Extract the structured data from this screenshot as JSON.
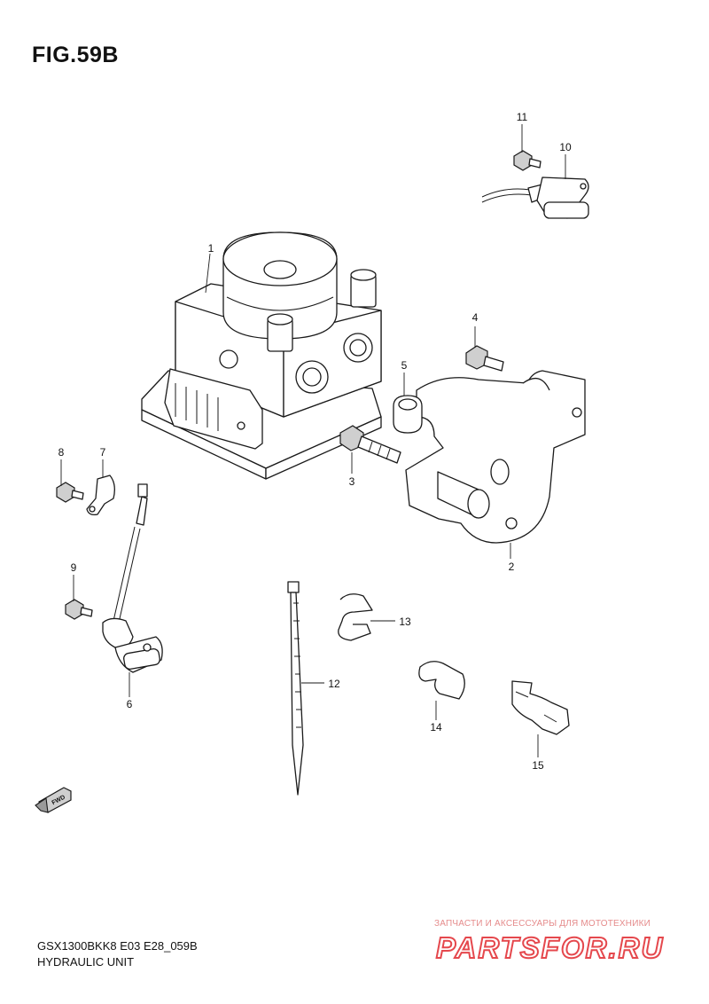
{
  "figure": {
    "title": "FIG.59B",
    "model_code": "GSX1300BKK8 E03 E28_059B",
    "unit_name": "HYDRAULIC UNIT"
  },
  "parts": [
    {
      "no": "1",
      "description": "hydraulic unit"
    },
    {
      "no": "2",
      "description": "bracket"
    },
    {
      "no": "3",
      "description": "bolt"
    },
    {
      "no": "4",
      "description": "bolt"
    },
    {
      "no": "5",
      "description": "cushion"
    },
    {
      "no": "6",
      "description": "front wheel sensor"
    },
    {
      "no": "7",
      "description": "clamp"
    },
    {
      "no": "8",
      "description": "bolt"
    },
    {
      "no": "9",
      "description": "bolt"
    },
    {
      "no": "10",
      "description": "rear wheel sensor"
    },
    {
      "no": "11",
      "description": "bolt"
    },
    {
      "no": "12",
      "description": "cable tie"
    },
    {
      "no": "13",
      "description": "clamp"
    },
    {
      "no": "14",
      "description": "clamp"
    },
    {
      "no": "15",
      "description": "clamp"
    }
  ],
  "fwd_arrow": {
    "label": "FWD"
  },
  "watermark": {
    "caption": "ЗАПЧАСТИ И АКСЕССУАРЫ ДЛЯ МОТОТЕХНИКИ",
    "logo_text": "PARTSFOR.RU",
    "color": "#e5484d"
  }
}
